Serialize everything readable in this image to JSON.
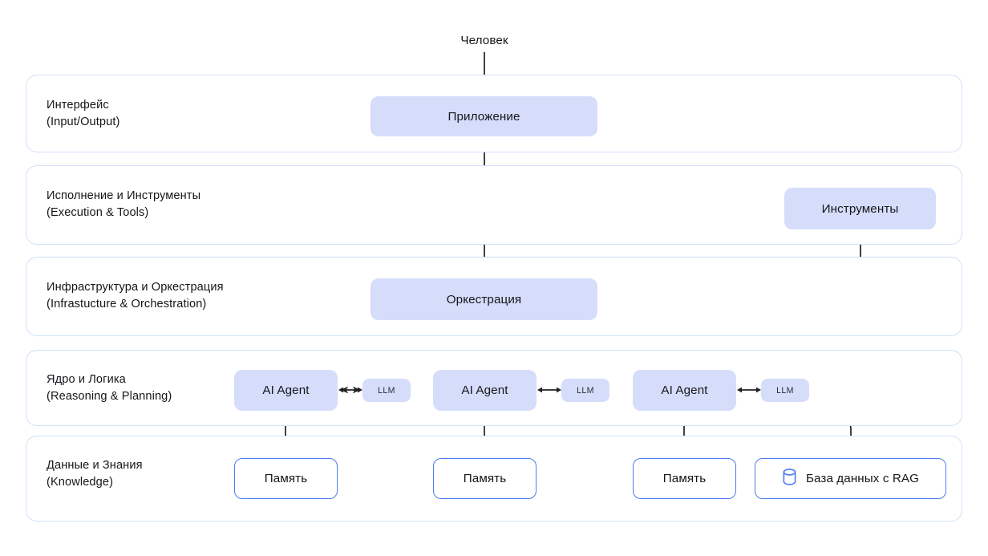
{
  "diagram": {
    "title_node": "Человек",
    "layers": [
      {
        "id": "interface",
        "label_ru": "Интерфейс",
        "label_en": "(Input/Output)",
        "label": "Интерфейс\n(Input/Output)"
      },
      {
        "id": "execution",
        "label_ru": "Исполнение и Инструменты",
        "label_en": "(Execution & Tools)",
        "label": "Исполнение и Инструменты\n(Execution & Tools)"
      },
      {
        "id": "infrastructure",
        "label_ru": "Инфраструктура и Оркестрация",
        "label_en": "(Infrastucture & Orchestration)",
        "label": "Инфраструктура и Оркестрация\n(Infrastucture & Orchestration)"
      },
      {
        "id": "core",
        "label_ru": "Ядро и Логика",
        "label_en": "(Reasoning & Planning)",
        "label": "Ядро и Логика\n(Reasoning & Planning)"
      },
      {
        "id": "knowledge",
        "label_ru": "Данные и Знания",
        "label_en": "(Knowledge)",
        "label": "Данные и Знания\n(Knowledge)"
      }
    ],
    "nodes": {
      "human": "Человек",
      "application": "Приложение",
      "tools": "Инструменты",
      "orchestration": "Оркестрация",
      "agent_1": "AI Agent",
      "agent_2": "AI Agent",
      "agent_3": "AI Agent",
      "llm_1": "LLM",
      "llm_2": "LLM",
      "llm_3": "LLM",
      "memory_1": "Память",
      "memory_2": "Память",
      "memory_3": "Память",
      "rag_db": "База данных с RAG",
      "rag_db_icon": "database-cylinder-icon"
    },
    "colors": {
      "node_fill": "#d6ddfb",
      "panel_border": "#d3e0f8",
      "outline_border": "#4a7cf0",
      "text": "#15161a",
      "connector": "#202020",
      "background": "#ffffff"
    }
  }
}
